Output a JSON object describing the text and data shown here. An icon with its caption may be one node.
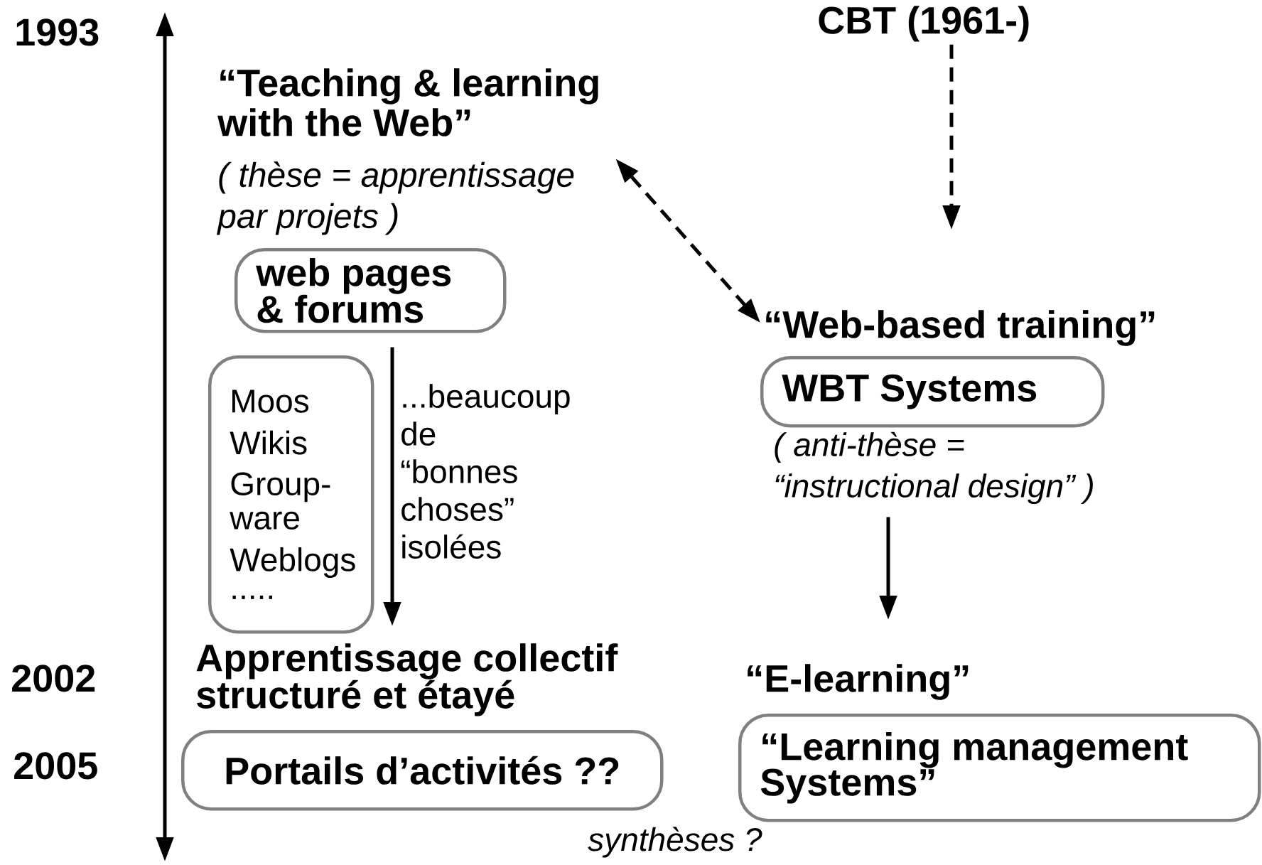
{
  "diagram": {
    "nodes": [
      {
        "text": [
          "“Teaching & learning with the Web”",
          "*( thèse = apprentissage par projets )*"
        ]
      },
      {
        "text": [
          "web pages & forums"
        ]
      },
      {
        "text": [
          "Moos",
          "Wikis",
          "Group- ware",
          "Weblogs",
          "....."
        ]
      },
      {
        "text": [
          "Apprentissage collectif structuré et étayé"
        ]
      },
      {
        "text": [
          "Portails d’activités ??"
        ]
      },
      {
        "text": [
          "CBT (1961-)"
        ]
      },
      {
        "text": [
          "“Web-based training”"
        ]
      },
      {
        "text": [
          "WBT Systems"
        ],
        "beside": [
          "( anti-thèse = “instructional design” )"
        ]
      },
      {
        "text": [
          "“E-learning”"
        ]
      },
      {
        "text": [
          "“Learning management Systems”"
        ]
      }
    ],
    "edges": [
      {
        "from": 0,
        "to": 6,
        "arrow": "both",
        "style": "dashed"
      },
      {
        "from": 5,
        "to": 6,
        "arrow": "to",
        "style": "dashed"
      },
      {
        "from": 1,
        "to": 3,
        "arrow": "to",
        "label": "...beaucoup de “bonnes choses” isolées"
      },
      {
        "from": 7,
        "to": 8,
        "arrow": "to"
      }
    ],
    "labels": [
      "1993",
      "2002",
      "2005",
      "synthèses ?"
    ]
  }
}
